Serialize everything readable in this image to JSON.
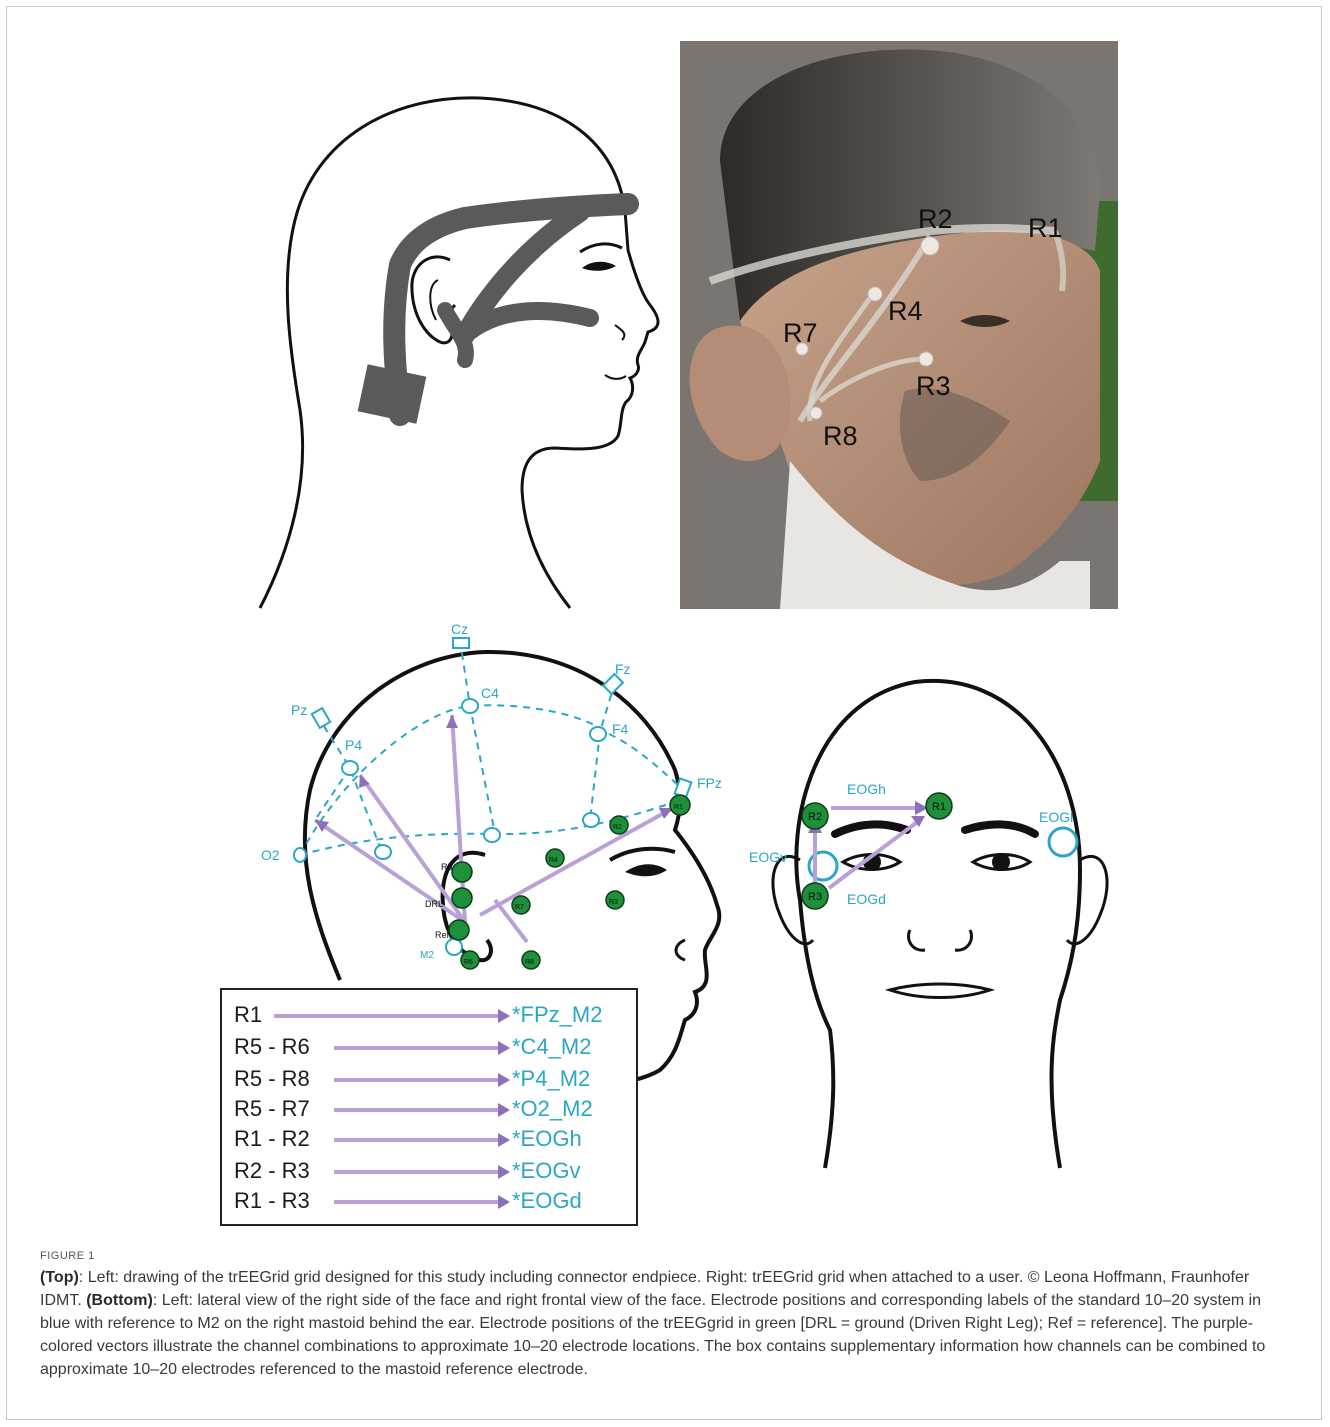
{
  "photo_labels": {
    "r1": "R1",
    "r2": "R2",
    "r4": "R4",
    "r7": "R7",
    "r3": "R3",
    "r8": "R8"
  },
  "lateral_labels": {
    "cz": "Cz",
    "fz": "Fz",
    "pz": "Pz",
    "c4": "C4",
    "f4": "F4",
    "p4": "P4",
    "fpz": "FPz",
    "o2": "O2",
    "m2": "M2",
    "drl": "DRL",
    "ref": "Ref",
    "r1": "R1",
    "r2": "R2",
    "r3": "R3",
    "r4": "R4",
    "r5": "R5",
    "r6": "R6",
    "r7": "R7",
    "r8": "R8"
  },
  "frontal_labels": {
    "eogh": "EOGh",
    "eogv": "EOGv",
    "eogd": "EOGd",
    "eogl": "EOGl",
    "r1": "R1",
    "r2": "R2",
    "r3": "R3"
  },
  "legend": [
    {
      "src": "R1",
      "dst": "*FPz_M2"
    },
    {
      "src": "R5 - R6",
      "dst": "*C4_M2"
    },
    {
      "src": "R5 - R8",
      "dst": "*P4_M2"
    },
    {
      "src": "R5 - R7",
      "dst": "*O2_M2"
    },
    {
      "src": "R1 - R2",
      "dst": "*EOGh"
    },
    {
      "src": "R2 - R3",
      "dst": "*EOGv"
    },
    {
      "src": "R1 - R3",
      "dst": "*EOGd"
    }
  ],
  "caption": {
    "label": "FIGURE 1",
    "top_bold": "(Top)",
    "top_text": ": Left: drawing of the trEEGrid grid designed for this study including connector endpiece. Right: trEEGrid grid when attached to a user. © Leona Hoffmann, Fraunhofer IDMT. ",
    "bottom_bold": "(Bottom)",
    "bottom_text": ": Left: lateral view of the right side of the face and right frontal view of the face. Electrode positions and corresponding labels of the standard 10–20 system in blue with reference to M2 on the right mastoid behind the ear. Electrode positions of the trEEGgrid in green [DRL = ground (Driven Right Leg); Ref = reference]. The purple-colored vectors illustrate the channel combinations to approximate 10–20 electrode locations. The box contains supplementary information how channels can be combined to approximate 10–20 electrodes referenced to the mastoid reference electrode."
  },
  "colors": {
    "blue": "#2aa6c6",
    "green": "#1e8f3a",
    "purple": "#b9a0d6",
    "grid_gray": "#555555"
  }
}
